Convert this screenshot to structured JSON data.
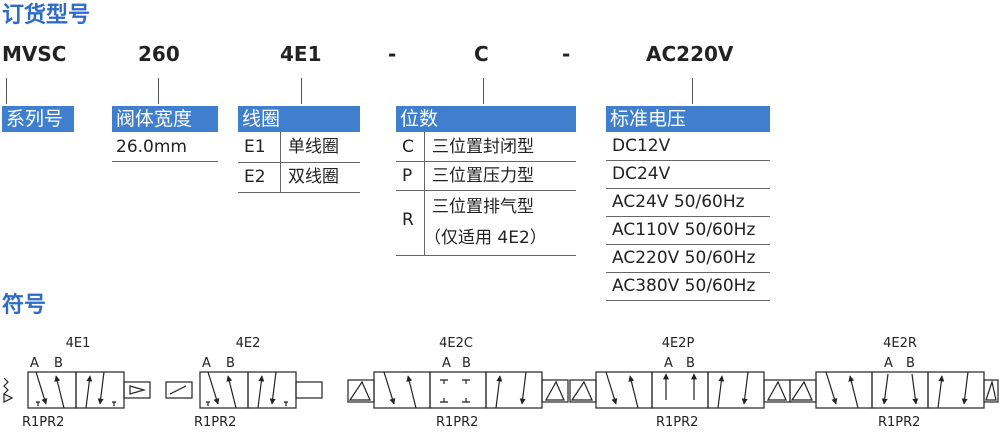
{
  "sections": {
    "ordering_title": "订货型号",
    "symbol_title": "符号"
  },
  "model_code": {
    "series": "MVSC",
    "width": "260",
    "coil": "4E1",
    "dash1": "-",
    "function": "C",
    "dash2": "-",
    "voltage": "AC220V"
  },
  "tables": {
    "series": {
      "header": "系列号"
    },
    "body_width": {
      "header": "阀体宽度",
      "value": "26.0mm"
    },
    "coil": {
      "header": "线圈",
      "rows": [
        {
          "code": "E1",
          "desc": "单线圈"
        },
        {
          "code": "E2",
          "desc": "双线圈"
        }
      ]
    },
    "positions": {
      "header": "位数",
      "rows": [
        {
          "code": "C",
          "desc": "三位置封闭型",
          "note": ""
        },
        {
          "code": "P",
          "desc": "三位置压力型",
          "note": ""
        },
        {
          "code": "R",
          "desc": "三位置排气型",
          "note": "（仅适用 4E2）"
        }
      ]
    },
    "voltage": {
      "header": "标准电压",
      "rows": [
        "DC12V",
        "DC24V",
        "AC24V 50/60Hz",
        "AC110V 50/60Hz",
        "AC220V 50/60Hz",
        "AC380V 50/60Hz"
      ]
    }
  },
  "symbols": [
    {
      "name": "4E1",
      "port_a": "A",
      "port_b": "B",
      "exhaust": "R1PR2"
    },
    {
      "name": "4E2",
      "port_a": "A",
      "port_b": "B",
      "exhaust": "R1PR2"
    },
    {
      "name": "4E2C",
      "port_a": "A",
      "port_b": "B",
      "exhaust": "R1PR2"
    },
    {
      "name": "4E2P",
      "port_a": "A",
      "port_b": "B",
      "exhaust": "R1PR2"
    },
    {
      "name": "4E2R",
      "port_a": "A",
      "port_b": "B",
      "exhaust": "R1PR2"
    }
  ],
  "colors": {
    "accent": "#2e6bc6",
    "header_bg": "#3f7fce"
  }
}
